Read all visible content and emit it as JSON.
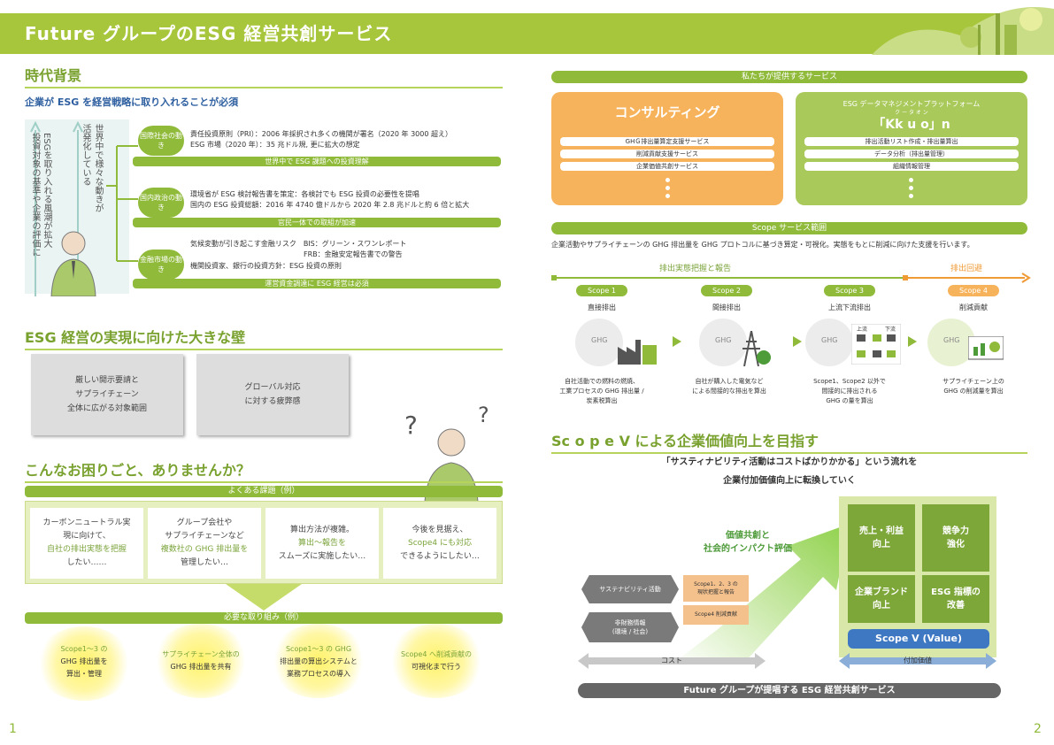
{
  "header": {
    "title": "Future グループのESG 経営共創サービス"
  },
  "left": {
    "bg": {
      "title": "時代背景",
      "subtitle": "企業が ESG を経営戦略に取り入れることが必須",
      "v1": "ESGを取り入れる風潮が拡大",
      "v1b": "投資対象の基準や企業の評価に",
      "v2": "世界中で様々な動きが",
      "v2b": "活発化している",
      "rows": [
        {
          "circle": "国際社会の動き",
          "l1": "責任投資原則（PRI）：2006 年採択され多くの機関が署名（2020 年 3000 超え）",
          "l2": "ESG 市場（2020 年）：35 兆ドル規, 更に拡大の想定",
          "l3": "",
          "bar": "世界中で ESG 課題への投資理解"
        },
        {
          "circle": "国内政治の動き",
          "l1": "環境省が ESG 検討報告書を策定：各検討でも ESG 投資の必要性を提唱",
          "l2": "国内の ESG 投資総額：2016 年 4740 億ドルから 2020 年 2.8 兆ドルと約 6 倍と拡大",
          "l3": "",
          "bar": "官民一体での取組が加速"
        },
        {
          "circle": "金融市場の動き",
          "l1": "気候変動が引き起こす金融リスク　BIS：グリーン・スワンレポート",
          "l2": "　　　　　　　　　　　　　　　　FRB：金融安定報告書での警告",
          "l3": "機関投資家、銀行の投資方針：ESG 投資の原則",
          "bar": "運営資金調達に ESG 経営は必須"
        }
      ]
    },
    "wall": {
      "title": "ESG 経営の実現に向けた大きな壁",
      "box1a": "厳しい開示要請と",
      "box1b": "サプライチェーン",
      "box1c": "全体に広がる対象範囲",
      "box2a": "グローバル対応",
      "box2b": "に対する疲弊感"
    },
    "trouble": {
      "title": "こんなお困りごと、ありませんか？",
      "bar": "よくある課題（例）",
      "tasks": [
        {
          "a": "カーボンニュートラル実",
          "b": "現に向けて、",
          "c": "自社の排出実態を把握",
          "d": "したい……"
        },
        {
          "a": "グループ会社や",
          "b": "サプライチェーンなど",
          "c": "複数社の GHG 排出量を",
          "d": "管理したい…"
        },
        {
          "a": "算出方法が複雑。",
          "b": "算出～報告を",
          "c": "スムーズに実施したい…",
          "d": ""
        },
        {
          "a": "今後を見据え、",
          "b": "Scope4 にも対応",
          "c": "できるようにしたい…",
          "d": ""
        }
      ],
      "need": "必要な取り組み（例）",
      "actions": [
        {
          "a": "Scope1～3 の",
          "b": "GHG 排出量を",
          "c": "算出・管理"
        },
        {
          "a": "サプライチェーン全体の",
          "b": "GHG 排出量を共有",
          "c": ""
        },
        {
          "a": "Scope1～3 の GHG",
          "b": "排出量の算出システムと",
          "c": "業務プロセスの導入"
        },
        {
          "a": "Scope4 へ削減貢献の",
          "b": "可視化まで行う",
          "c": ""
        }
      ]
    },
    "page": "1"
  },
  "right": {
    "svc": {
      "bar": "私たちが提供するサービス",
      "consult": "コンサルティング",
      "c_items": [
        "GHＧ排出量算定支援サービス",
        "削減貢献支援サービス",
        "企業価値共創サービス"
      ],
      "platform_small": "ESG データマネジメントプラットフォーム",
      "platform_ruby": "ク ー タ オ ン",
      "platform": "「Kk u o」n",
      "p_items": [
        "排出活動リスト作成・排出量算出",
        "データ分析（排出量管理）",
        "組織情報管理"
      ]
    },
    "scope": {
      "bar": "Scope サービス範囲",
      "desc": "企業活動やサプライチェーンの GHG 排出量を GHG プロトコルに基づき算定・可視化。実態をもとに削減に向けた支援を行います。",
      "phase1": "排出実態把握と報告",
      "phase2": "排出回避",
      "items": [
        {
          "pill": "Scope 1",
          "name": "直接排出",
          "d1": "自社活動での燃料の燃焼、",
          "d2": "工業プロセスの GHG 排出量 /",
          "d3": "炭素税算出"
        },
        {
          "pill": "Scope 2",
          "name": "間接排出",
          "d1": "自社が購入した電気など",
          "d2": "による間接的な排出を算出",
          "d3": ""
        },
        {
          "pill": "Scope 3",
          "name": "上流下流排出",
          "d1": "Scope1、Scope2 以外で",
          "d2": "間接的に排出される",
          "d3": "GHG の量を算出"
        },
        {
          "pill": "Scope 4",
          "name": "削減貢献",
          "d1": "サプライチェーン上の",
          "d2": "GHG の削減量を算出",
          "d3": ""
        }
      ],
      "ghg": "GHG",
      "up": "上流",
      "down": "下流"
    },
    "value": {
      "title": "Sc o p e V による企業価値向上を目指す",
      "sub1": "「サスティナビリティ活動はコストばかりかかる」という流れを",
      "sub2": "企業付加価値向上に転換していく",
      "cocreate1": "価値共創と",
      "cocreate2": "社会的インパクト評価",
      "hex1": "サステナビリティ活動",
      "hex2a": "非財務情報",
      "hex2b": "(環境 / 社会)",
      "o1a": "Scope1、2、3 の",
      "o1b": "現状把握と報告",
      "o2": "Scope4 削減貢献",
      "cost": "コスト",
      "added": "付加価値",
      "footer": "Future グループが提唱する ESG 経営共創サービス",
      "boxes": [
        {
          "a": "売上・利益",
          "b": "向上"
        },
        {
          "a": "競争力",
          "b": "強化"
        },
        {
          "a": "企業ブランド",
          "b": "向上"
        },
        {
          "a": "ESG 指標の",
          "b": "改善"
        }
      ],
      "scopev": "Scope V (Value)"
    },
    "page": "2"
  }
}
